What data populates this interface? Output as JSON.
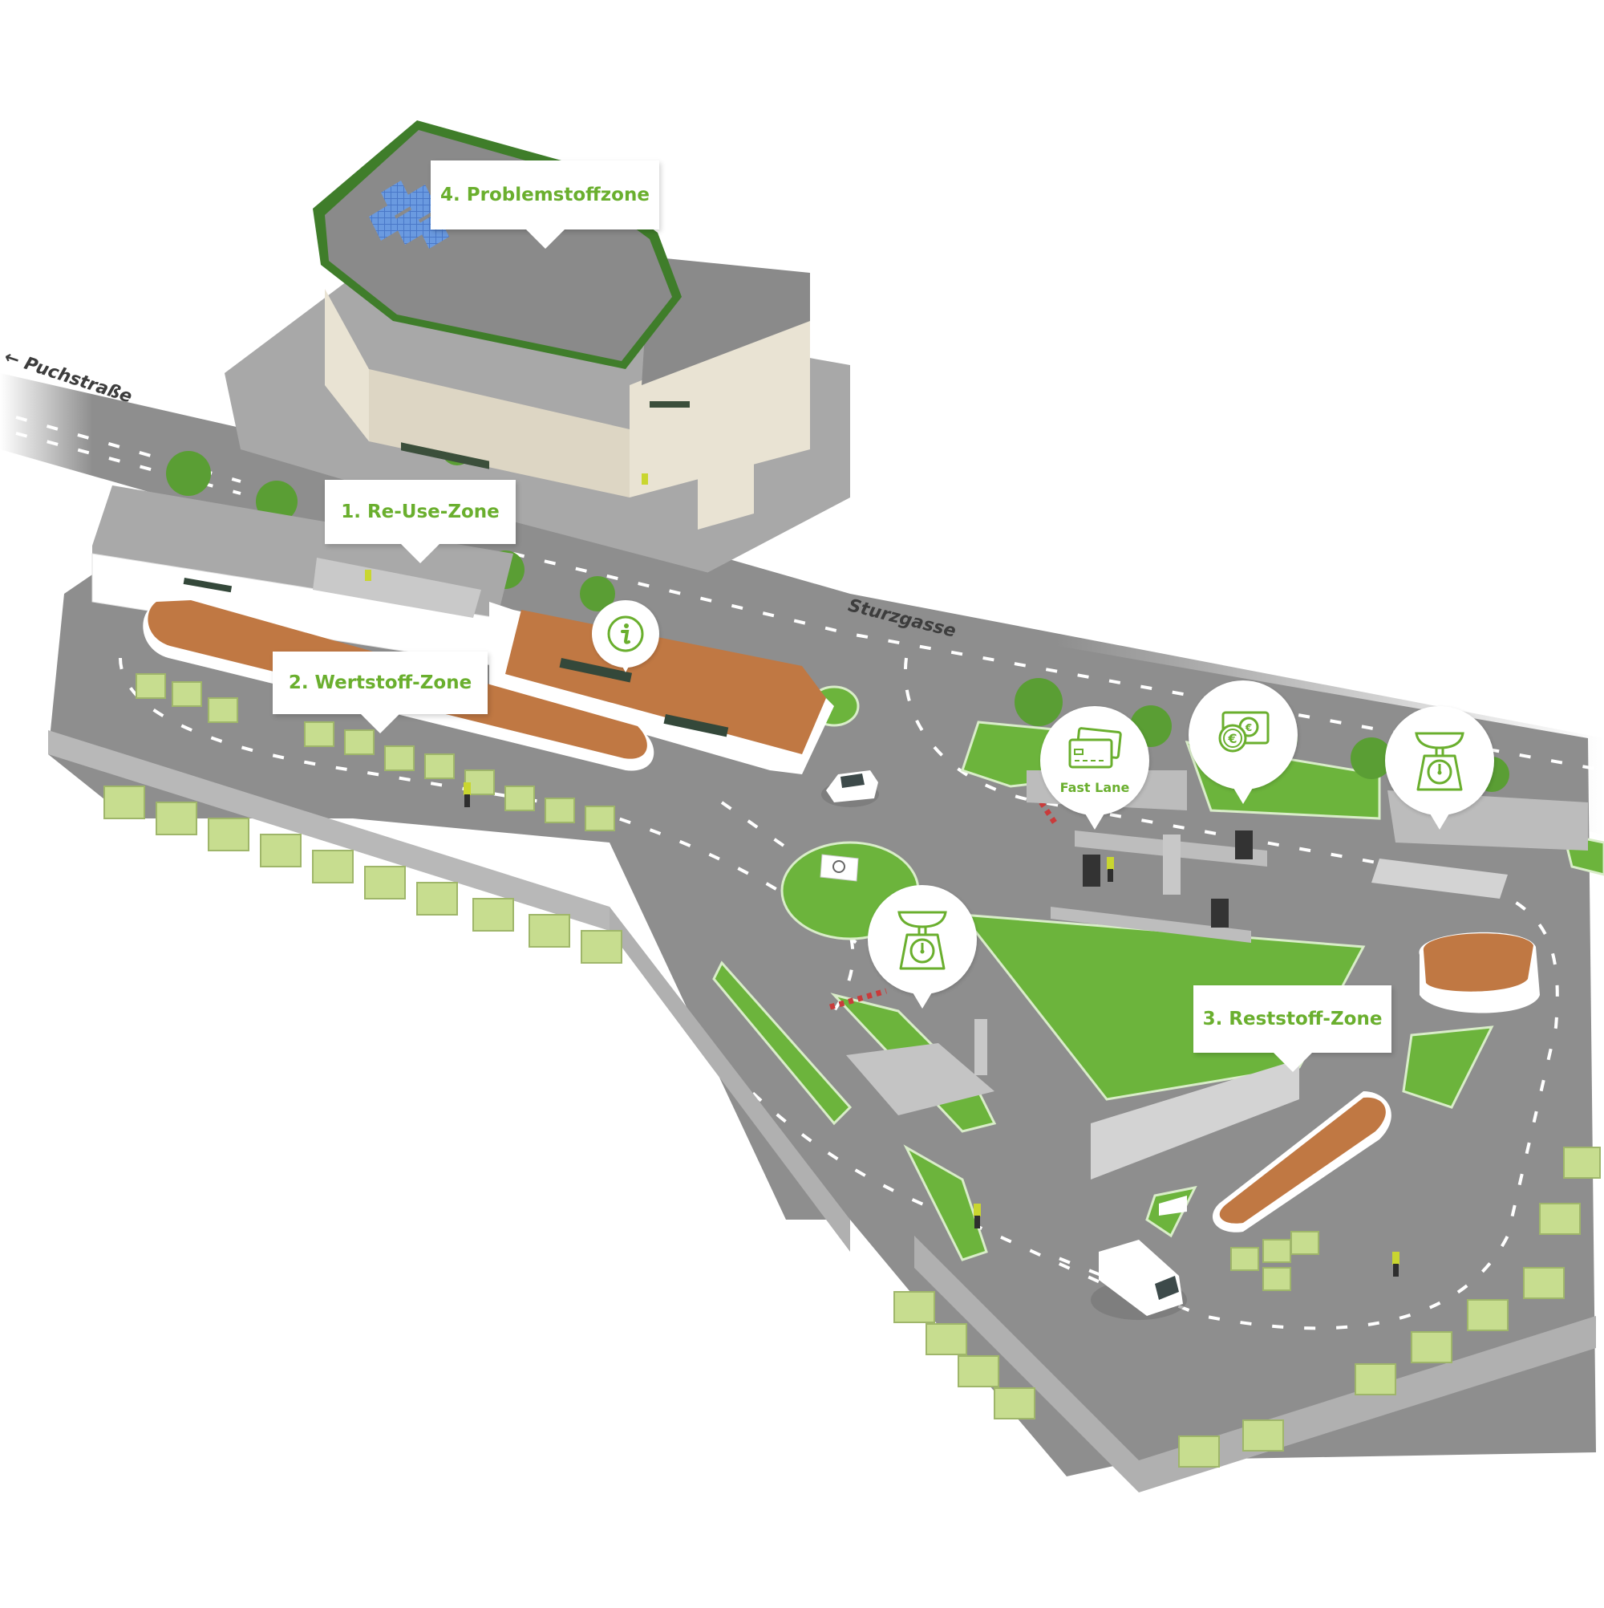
{
  "map": {
    "type": "isometric site map",
    "colors": {
      "road": "#8e8e8e",
      "road_marking": "#ffffff",
      "lawn": "#6cb43c",
      "building_wall": "#e9e3d3",
      "building_roof": "#8a8a8a",
      "roof_trim": "#3f7d2a",
      "canopy_roof": "#c07843",
      "container": "#c7dd8f",
      "accent_text": "#6aaf2e",
      "street_text": "#3d3d3d"
    },
    "streets": [
      {
        "name": "Puchstraße",
        "arrow": "←"
      },
      {
        "name": "Sturzgasse"
      }
    ],
    "zones": [
      {
        "id": "reuse",
        "label": "1. Re-Use-Zone"
      },
      {
        "id": "wertstoff",
        "label": "2. Wertstoff-Zone"
      },
      {
        "id": "reststoff",
        "label": "3. Reststoff-Zone"
      },
      {
        "id": "problemstoff",
        "label": "4. Problemstoffzone"
      }
    ],
    "pins": [
      {
        "id": "info",
        "icon": "info-icon"
      },
      {
        "id": "fast-lane",
        "icon": "credit-card-icon",
        "label": "Fast Lane"
      },
      {
        "id": "payment",
        "icon": "euro-money-icon"
      },
      {
        "id": "scale-entry",
        "icon": "weighing-scale-icon"
      },
      {
        "id": "scale-exit",
        "icon": "weighing-scale-icon"
      }
    ],
    "features": [
      "solar-panels",
      "toll-booths",
      "barrier-gates",
      "roundabout-sign",
      "white-car",
      "white-van",
      "workers"
    ]
  }
}
